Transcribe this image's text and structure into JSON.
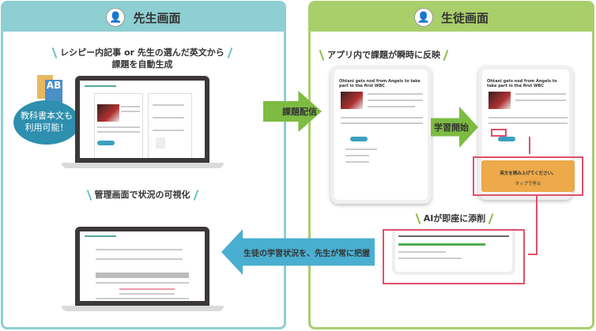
{
  "teacher": {
    "title": "先生画面",
    "avatar_icon": "teacher-avatar-icon",
    "caption_top_line1": "レシピー内記事 or 先生の選んだ英文から",
    "caption_top_line2": "課題を自動生成",
    "bubble_line1": "教科書本文も",
    "bubble_line2": "利用可能！",
    "caption_bottom": "管理画面で状況の可視化",
    "color": "#8ecfd3"
  },
  "student": {
    "title": "生徒画面",
    "avatar_icon": "student-avatar-icon",
    "caption_top": "アプリ内で課題が瞬時に反映",
    "caption_ai": "AIが即座に添削",
    "article_title": "Ohtani gets nod from Angels to take part in the first WBC",
    "orange_prompt": "英文を読み上げてください。",
    "orange_stop": "タップで停止",
    "color": "#a9cf6b"
  },
  "arrows": {
    "deliver": "課題配信",
    "start": "学習開始",
    "feedback": "生徒の学習状況を、先生が常に把握"
  },
  "colors": {
    "teal": "#8ecfd3",
    "green": "#a9cf6b",
    "arrow_green": "#7dbb42",
    "arrow_blue": "#4aaed0",
    "red": "#e0506a",
    "orange": "#eda94a",
    "bubble": "#2e8fae"
  }
}
